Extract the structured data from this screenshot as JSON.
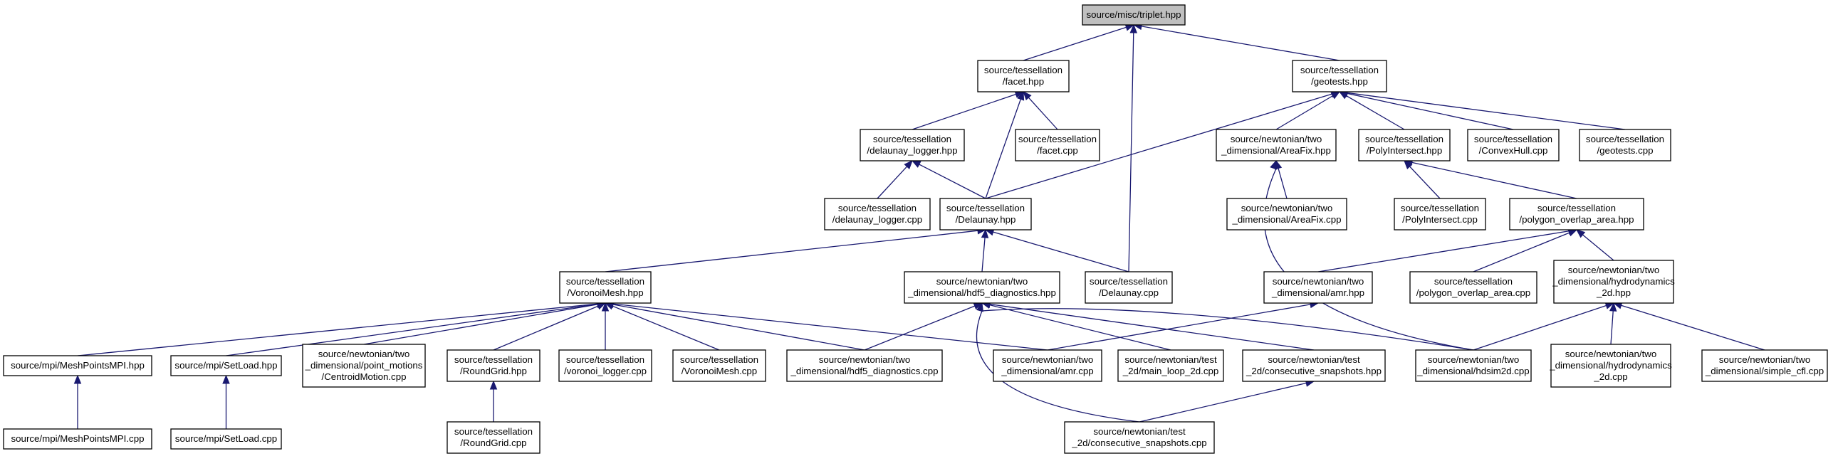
{
  "graph": {
    "edge_color": "#191970",
    "root_fill": "#bfbfbf",
    "nodes": [
      {
        "id": "triplet",
        "lines": [
          "source/misc/triplet.hpp"
        ],
        "root": true
      },
      {
        "id": "facet_hpp",
        "lines": [
          "source/tessellation",
          "/facet.hpp"
        ]
      },
      {
        "id": "geotests_hpp",
        "lines": [
          "source/tessellation",
          "/geotests.hpp"
        ]
      },
      {
        "id": "dlogger_hpp",
        "lines": [
          "source/tessellation",
          "/delaunay_logger.hpp"
        ]
      },
      {
        "id": "facet_cpp",
        "lines": [
          "source/tessellation",
          "/facet.cpp"
        ]
      },
      {
        "id": "areafix_hpp",
        "lines": [
          "source/newtonian/two",
          "_dimensional/AreaFix.hpp"
        ]
      },
      {
        "id": "polyint_hpp",
        "lines": [
          "source/tessellation",
          "/PolyIntersect.hpp"
        ]
      },
      {
        "id": "convexhull_cpp",
        "lines": [
          "source/tessellation",
          "/ConvexHull.cpp"
        ]
      },
      {
        "id": "geotests_cpp",
        "lines": [
          "source/tessellation",
          "/geotests.cpp"
        ]
      },
      {
        "id": "dlogger_cpp",
        "lines": [
          "source/tessellation",
          "/delaunay_logger.cpp"
        ]
      },
      {
        "id": "delaunay_hpp",
        "lines": [
          "source/tessellation",
          "/Delaunay.hpp"
        ]
      },
      {
        "id": "areafix_cpp",
        "lines": [
          "source/newtonian/two",
          "_dimensional/AreaFix.cpp"
        ]
      },
      {
        "id": "polyint_cpp",
        "lines": [
          "source/tessellation",
          "/PolyIntersect.cpp"
        ]
      },
      {
        "id": "poa_hpp",
        "lines": [
          "source/tessellation",
          "/polygon_overlap_area.hpp"
        ]
      },
      {
        "id": "voronoi_hpp",
        "lines": [
          "source/tessellation",
          "/VoronoiMesh.hpp"
        ]
      },
      {
        "id": "hdf5_hpp",
        "lines": [
          "source/newtonian/two",
          "_dimensional/hdf5_diagnostics.hpp"
        ]
      },
      {
        "id": "delaunay_cpp",
        "lines": [
          "source/tessellation",
          "/Delaunay.cpp"
        ]
      },
      {
        "id": "amr_hpp",
        "lines": [
          "source/newtonian/two",
          "_dimensional/amr.hpp"
        ]
      },
      {
        "id": "poa_cpp",
        "lines": [
          "source/tessellation",
          "/polygon_overlap_area.cpp"
        ]
      },
      {
        "id": "hydro_hpp",
        "lines": [
          "source/newtonian/two",
          "_dimensional/hydrodynamics",
          "_2d.hpp"
        ]
      },
      {
        "id": "meshmpi_hpp",
        "lines": [
          "source/mpi/MeshPointsMPI.hpp"
        ]
      },
      {
        "id": "setload_hpp",
        "lines": [
          "source/mpi/SetLoad.hpp"
        ]
      },
      {
        "id": "centroid_cpp",
        "lines": [
          "source/newtonian/two",
          "_dimensional/point_motions",
          "/CentroidMotion.cpp"
        ]
      },
      {
        "id": "roundgrid_hpp",
        "lines": [
          "source/tessellation",
          "/RoundGrid.hpp"
        ]
      },
      {
        "id": "vlogger_cpp",
        "lines": [
          "source/tessellation",
          "/voronoi_logger.cpp"
        ]
      },
      {
        "id": "voronoi_cpp",
        "lines": [
          "source/tessellation",
          "/VoronoiMesh.cpp"
        ]
      },
      {
        "id": "hdf5_cpp",
        "lines": [
          "source/newtonian/two",
          "_dimensional/hdf5_diagnostics.cpp"
        ]
      },
      {
        "id": "amr_cpp",
        "lines": [
          "source/newtonian/two",
          "_dimensional/amr.cpp"
        ]
      },
      {
        "id": "mainloop_cpp",
        "lines": [
          "source/newtonian/test",
          "_2d/main_loop_2d.cpp"
        ]
      },
      {
        "id": "consec_hpp",
        "lines": [
          "source/newtonian/test",
          "_2d/consecutive_snapshots.hpp"
        ]
      },
      {
        "id": "hdsim_cpp",
        "lines": [
          "source/newtonian/two",
          "_dimensional/hdsim2d.cpp"
        ]
      },
      {
        "id": "hydro_cpp",
        "lines": [
          "source/newtonian/two",
          "_dimensional/hydrodynamics",
          "_2d.cpp"
        ]
      },
      {
        "id": "simplecfl_cpp",
        "lines": [
          "source/newtonian/two",
          "_dimensional/simple_cfl.cpp"
        ]
      },
      {
        "id": "meshmpi_cpp",
        "lines": [
          "source/mpi/MeshPointsMPI.cpp"
        ]
      },
      {
        "id": "setload_cpp",
        "lines": [
          "source/mpi/SetLoad.cpp"
        ]
      },
      {
        "id": "roundgrid_cpp",
        "lines": [
          "source/tessellation",
          "/RoundGrid.cpp"
        ]
      },
      {
        "id": "consec_cpp",
        "lines": [
          "source/newtonian/test",
          "_2d/consecutive_snapshots.cpp"
        ]
      }
    ],
    "edges": [
      [
        "facet_hpp",
        "triplet"
      ],
      [
        "geotests_hpp",
        "triplet"
      ],
      [
        "delaunay_cpp",
        "triplet"
      ],
      [
        "dlogger_hpp",
        "facet_hpp"
      ],
      [
        "facet_cpp",
        "facet_hpp"
      ],
      [
        "delaunay_hpp",
        "facet_hpp"
      ],
      [
        "delaunay_hpp",
        "geotests_hpp"
      ],
      [
        "areafix_hpp",
        "geotests_hpp"
      ],
      [
        "polyint_hpp",
        "geotests_hpp"
      ],
      [
        "convexhull_cpp",
        "geotests_hpp"
      ],
      [
        "geotests_cpp",
        "geotests_hpp"
      ],
      [
        "dlogger_cpp",
        "dlogger_hpp"
      ],
      [
        "delaunay_hpp",
        "dlogger_hpp"
      ],
      [
        "areafix_cpp",
        "areafix_hpp"
      ],
      [
        "hdsim_cpp",
        "areafix_hpp"
      ],
      [
        "polyint_cpp",
        "polyint_hpp"
      ],
      [
        "poa_hpp",
        "polyint_hpp"
      ],
      [
        "voronoi_hpp",
        "delaunay_hpp"
      ],
      [
        "hdf5_hpp",
        "delaunay_hpp"
      ],
      [
        "delaunay_cpp",
        "delaunay_hpp"
      ],
      [
        "amr_hpp",
        "poa_hpp"
      ],
      [
        "poa_cpp",
        "poa_hpp"
      ],
      [
        "hydro_hpp",
        "poa_hpp"
      ],
      [
        "meshmpi_hpp",
        "voronoi_hpp"
      ],
      [
        "setload_hpp",
        "voronoi_hpp"
      ],
      [
        "centroid_cpp",
        "voronoi_hpp"
      ],
      [
        "roundgrid_hpp",
        "voronoi_hpp"
      ],
      [
        "vlogger_cpp",
        "voronoi_hpp"
      ],
      [
        "voronoi_cpp",
        "voronoi_hpp"
      ],
      [
        "hdf5_cpp",
        "voronoi_hpp"
      ],
      [
        "amr_cpp",
        "voronoi_hpp"
      ],
      [
        "hdf5_cpp",
        "hdf5_hpp"
      ],
      [
        "consec_cpp",
        "hdf5_hpp"
      ],
      [
        "mainloop_cpp",
        "hdf5_hpp"
      ],
      [
        "consec_hpp",
        "hdf5_hpp"
      ],
      [
        "hdsim_cpp",
        "hdf5_hpp"
      ],
      [
        "amr_cpp",
        "amr_hpp"
      ],
      [
        "hdsim_cpp",
        "hydro_hpp"
      ],
      [
        "hydro_cpp",
        "hydro_hpp"
      ],
      [
        "simplecfl_cpp",
        "hydro_hpp"
      ],
      [
        "meshmpi_cpp",
        "meshmpi_hpp"
      ],
      [
        "setload_cpp",
        "setload_hpp"
      ],
      [
        "roundgrid_cpp",
        "roundgrid_hpp"
      ],
      [
        "consec_cpp",
        "consec_hpp"
      ]
    ]
  }
}
